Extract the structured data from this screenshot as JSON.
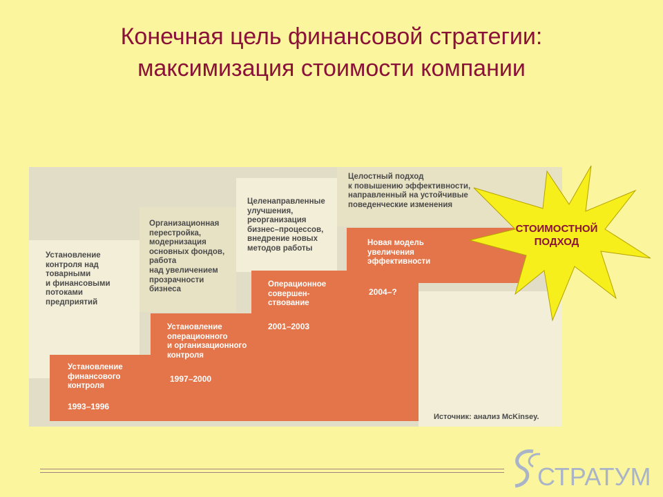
{
  "title_line1": "Конечная цель финансовой стратегии:",
  "title_line2": "максимизация стоимости компании",
  "steps": [
    {
      "label": "Установление\nфинансового\nконтроля",
      "years": "1993–1996",
      "note": "Установление\nконтроля над\nтоварными\nи финансовыми\nпотоками\nпредприятий"
    },
    {
      "label": "Установление\nоперационного\nи организационного\nконтроля",
      "years": "1997–2000",
      "note": "Организационная\nперестройка,\nмодернизация\nосновных фондов,\nработа\nнад увеличением\nпрозрачности\nбизнеса"
    },
    {
      "label": "Операционное\nсовершен-\nствование",
      "years": "2001–2003",
      "note": "Целенаправленные\nулучшения,\nреорганизация\nбизнес–процессов,\nвнедрение новых\nметодов работы"
    },
    {
      "label": "Новая модель\nувеличения\nэффективности",
      "years": "2004–?",
      "note": "Целостный подход\nк повышению эффективности,\nнаправленный на устойчивые\nповеденческие изменения"
    }
  ],
  "source": "Источник: анализ McKinsey.",
  "burst_text": "СТОИМОСТНОЙ\nПОДХОД",
  "logo_text": "СТРАТУМ",
  "colors": {
    "background": "#fbf59d",
    "title": "#8a1238",
    "step": "#e4754a",
    "burst": "#f7ef1c"
  }
}
